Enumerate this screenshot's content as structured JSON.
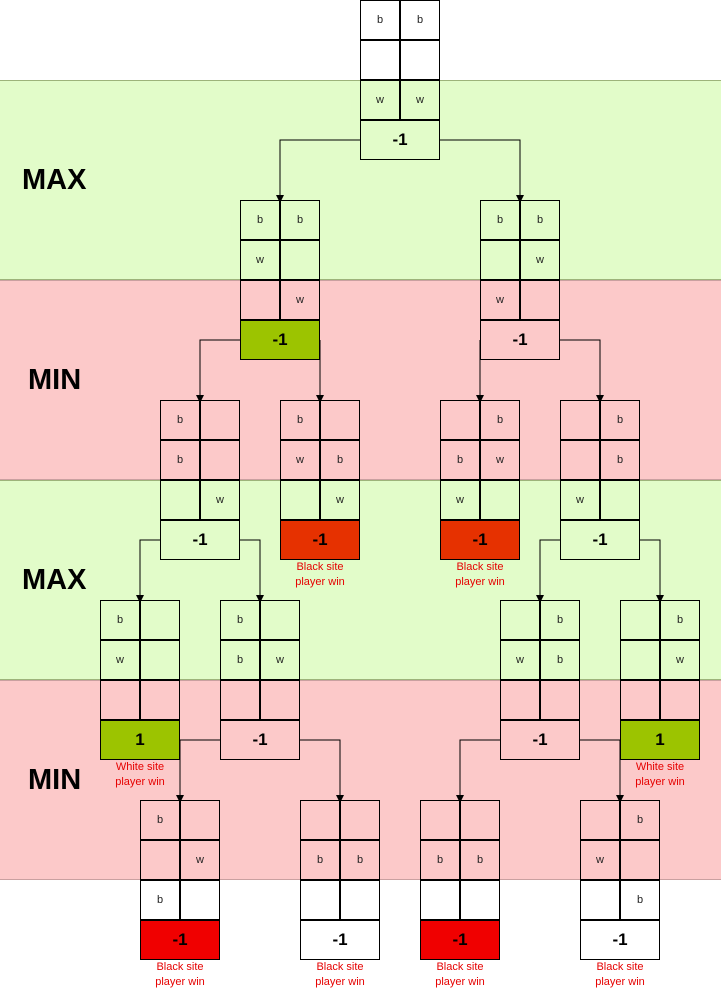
{
  "levels": [
    {
      "label": "MAX",
      "type": "max"
    },
    {
      "label": "MIN",
      "type": "min"
    },
    {
      "label": "MAX",
      "type": "max"
    },
    {
      "label": "MIN",
      "type": "min"
    }
  ],
  "colors": {
    "max_band": "#e2fcc9",
    "min_band": "#fcc9c9",
    "green_score": "#9cc400",
    "orange_score": "#e63100",
    "red_score": "#f00000",
    "note_text": "#e60000"
  },
  "nodes": [
    {
      "id": "root",
      "cells": [
        "b",
        "b",
        "",
        "",
        "w",
        "w"
      ],
      "score": "-1",
      "fill": "none"
    },
    {
      "id": "n1",
      "cells": [
        "b",
        "b",
        "w",
        "",
        "",
        "w"
      ],
      "score": "-1",
      "fill": "green"
    },
    {
      "id": "n2",
      "cells": [
        "b",
        "b",
        "",
        "w",
        "w",
        ""
      ],
      "score": "-1",
      "fill": "none"
    },
    {
      "id": "n11",
      "cells": [
        "b",
        "",
        "b",
        "",
        "",
        "w"
      ],
      "score": "-1",
      "fill": "none"
    },
    {
      "id": "n12",
      "cells": [
        "b",
        "",
        "w",
        "b",
        "",
        "w"
      ],
      "score": "-1",
      "fill": "red-orange",
      "note": [
        "Black site",
        "player win"
      ]
    },
    {
      "id": "n21",
      "cells": [
        "",
        "b",
        "b",
        "w",
        "w",
        ""
      ],
      "score": "-1",
      "fill": "red-orange",
      "note": [
        "Black site",
        "player win"
      ]
    },
    {
      "id": "n22",
      "cells": [
        "",
        "b",
        "",
        "b",
        "w",
        ""
      ],
      "score": "-1",
      "fill": "none"
    },
    {
      "id": "n111",
      "cells": [
        "b",
        "",
        "w",
        "",
        "",
        ""
      ],
      "score": "1",
      "fill": "green",
      "note": [
        "White site",
        "player win"
      ]
    },
    {
      "id": "n112",
      "cells": [
        "b",
        "",
        "b",
        "w",
        "",
        ""
      ],
      "score": "-1",
      "fill": "none"
    },
    {
      "id": "n221",
      "cells": [
        "",
        "b",
        "w",
        "b",
        "",
        ""
      ],
      "score": "-1",
      "fill": "none"
    },
    {
      "id": "n222",
      "cells": [
        "",
        "b",
        "",
        "w",
        "",
        ""
      ],
      "score": "1",
      "fill": "green",
      "note": [
        "White site",
        "player win"
      ]
    },
    {
      "id": "n1121",
      "cells": [
        "b",
        "",
        "",
        "w",
        "b",
        ""
      ],
      "score": "-1",
      "fill": "red",
      "note": [
        "Black site",
        "player win"
      ]
    },
    {
      "id": "n1122",
      "cells": [
        "",
        "",
        "b",
        "b",
        "",
        ""
      ],
      "score": "-1",
      "fill": "white",
      "note": [
        "Black site",
        "player win"
      ]
    },
    {
      "id": "n2211",
      "cells": [
        "",
        "",
        "b",
        "b",
        "",
        ""
      ],
      "score": "-1",
      "fill": "red",
      "note": [
        "Black site",
        "player win"
      ]
    },
    {
      "id": "n2212",
      "cells": [
        "",
        "b",
        "w",
        "",
        "",
        "b"
      ],
      "score": "-1",
      "fill": "white",
      "note": [
        "Black site",
        "player win"
      ]
    }
  ],
  "edges": [
    [
      "root",
      "n1"
    ],
    [
      "root",
      "n2"
    ],
    [
      "n1",
      "n11"
    ],
    [
      "n1",
      "n12"
    ],
    [
      "n2",
      "n21"
    ],
    [
      "n2",
      "n22"
    ],
    [
      "n11",
      "n111"
    ],
    [
      "n11",
      "n112"
    ],
    [
      "n22",
      "n221"
    ],
    [
      "n22",
      "n222"
    ],
    [
      "n112",
      "n1121"
    ],
    [
      "n112",
      "n1122"
    ],
    [
      "n221",
      "n2211"
    ],
    [
      "n221",
      "n2212"
    ]
  ]
}
